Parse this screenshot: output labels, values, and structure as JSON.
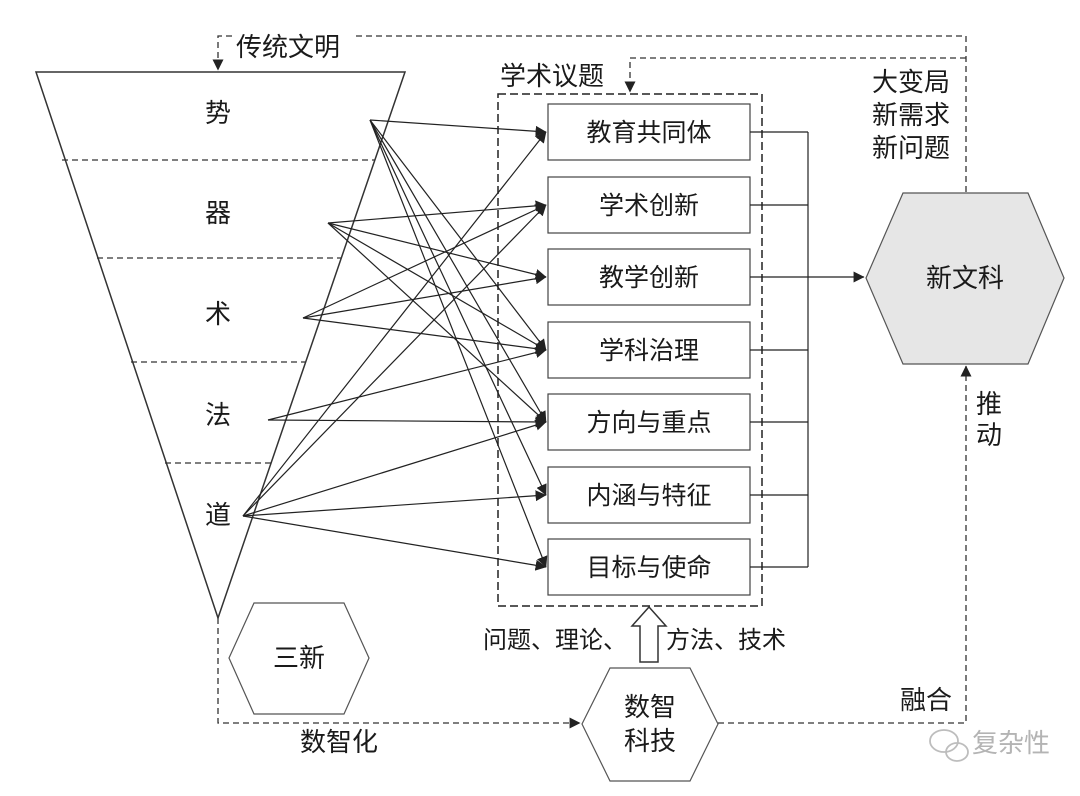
{
  "funnel": {
    "top_label": "传统文明",
    "layers": [
      "势",
      "器",
      "术",
      "法",
      "道"
    ]
  },
  "topics": {
    "title": "学术议题",
    "items": [
      "教育共同体",
      "学术创新",
      "教学创新",
      "学科治理",
      "方向与重点",
      "内涵与特征",
      "目标与使命"
    ]
  },
  "context": [
    "大变局",
    "新需求",
    "新问题"
  ],
  "new_liberal_arts": "新文科",
  "push_label": [
    "推",
    "动"
  ],
  "three_new": "三新",
  "digital_tech": [
    "数智",
    "科技"
  ],
  "fusion_label": "融合",
  "digitalization_label": "数智化",
  "support_labels": {
    "left": "问题、理论、",
    "right": "方法、技术"
  },
  "watermark": "复杂性"
}
